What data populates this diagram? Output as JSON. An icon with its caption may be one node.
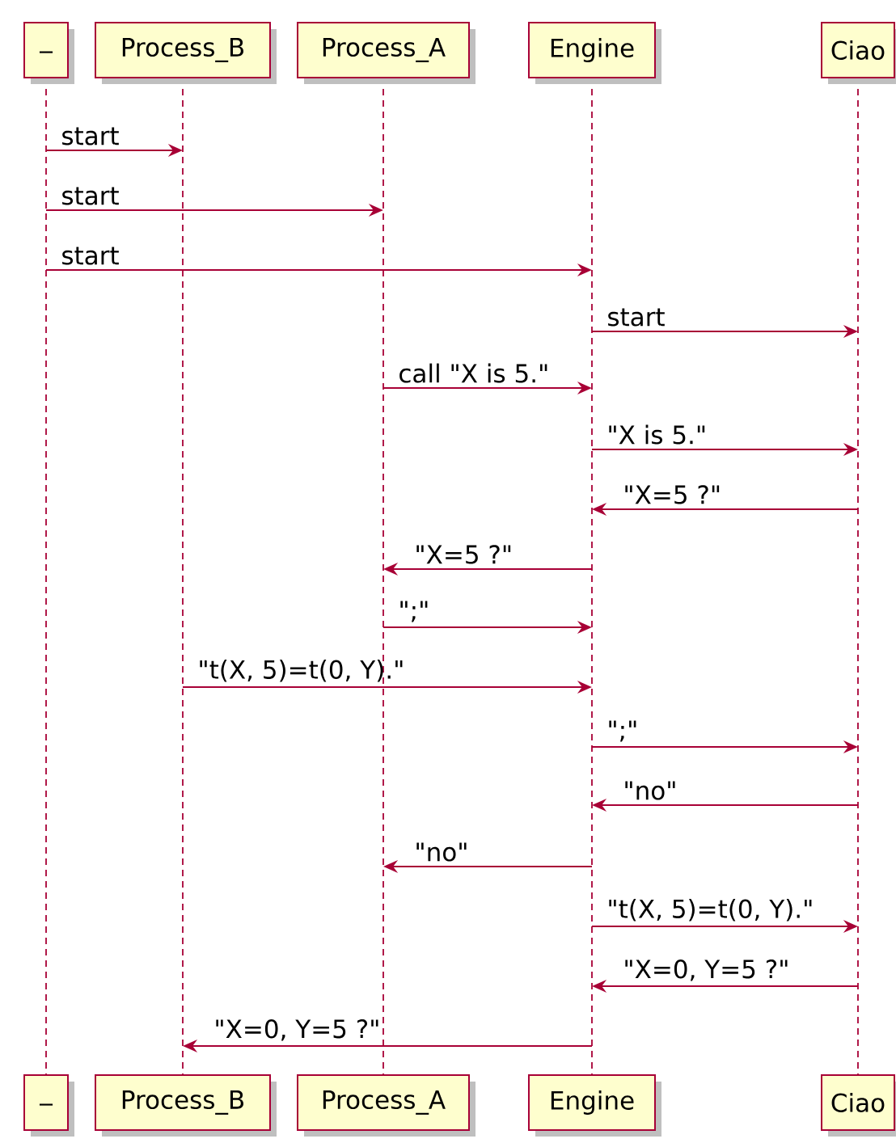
{
  "diagram": {
    "nodes": [
      {
        "text": [
          "_"
        ]
      },
      {
        "text": [
          "Process_B"
        ]
      },
      {
        "text": [
          "Process_A"
        ]
      },
      {
        "text": [
          "Engine"
        ]
      },
      {
        "text": [
          "Ciao"
        ]
      },
      {
        "text": [
          "_"
        ]
      },
      {
        "text": [
          "Process_B"
        ]
      },
      {
        "text": [
          "Process_A"
        ]
      },
      {
        "text": [
          "Engine"
        ]
      },
      {
        "text": [
          "Ciao"
        ]
      },
      {
        "text": [],
        "shape": "line"
      },
      {
        "text": [],
        "shape": "line"
      },
      {
        "text": [],
        "shape": "line"
      },
      {
        "text": [],
        "shape": "line"
      },
      {
        "text": [],
        "shape": "line"
      }
    ],
    "edges": [
      {
        "from": 10,
        "to": 11,
        "arrow": "to",
        "label": "start"
      },
      {
        "from": 10,
        "to": 12,
        "arrow": "to",
        "label": "start"
      },
      {
        "from": 10,
        "to": 13,
        "arrow": "to",
        "label": "start"
      },
      {
        "from": 13,
        "to": 14,
        "arrow": "to",
        "label": "start"
      },
      {
        "from": 12,
        "to": 13,
        "arrow": "to",
        "label": "call \"X is 5.\""
      },
      {
        "from": 13,
        "to": 14,
        "arrow": "to",
        "label": "\"X is 5.\""
      },
      {
        "from": 14,
        "to": 13,
        "arrow": "to",
        "label": "\"X=5 ?\""
      },
      {
        "from": 13,
        "to": 12,
        "arrow": "to",
        "label": "\"X=5 ?\""
      },
      {
        "from": 12,
        "to": 13,
        "arrow": "to",
        "label": "\";\""
      },
      {
        "from": 11,
        "to": 13,
        "arrow": "to",
        "label": "\"t(X, 5)=t(0, Y).\""
      },
      {
        "from": 13,
        "to": 14,
        "arrow": "to",
        "label": "\";\""
      },
      {
        "from": 14,
        "to": 13,
        "arrow": "to",
        "label": "\"no\""
      },
      {
        "from": 13,
        "to": 12,
        "arrow": "to",
        "label": "\"no\""
      },
      {
        "from": 13,
        "to": 14,
        "arrow": "to",
        "label": "\"t(X, 5)=t(0, Y).\""
      },
      {
        "from": 14,
        "to": 13,
        "arrow": "to",
        "label": "\"X=0, Y=5 ?\""
      },
      {
        "from": 13,
        "to": 11,
        "arrow": "to",
        "label": "\"X=0, Y=5 ?\""
      }
    ]
  }
}
